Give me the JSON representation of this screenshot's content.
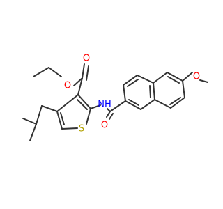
{
  "colors": {
    "background": "#ffffff",
    "bond": "#333333",
    "oxygen": "#ff0000",
    "nitrogen": "#0000ff",
    "sulfur": "#b2a100"
  },
  "atoms": {
    "ester_o_single": "O",
    "ester_o_double": "O",
    "nh": "NH",
    "sulfur": "S",
    "amide_o": "O",
    "methoxy_o": "O"
  }
}
